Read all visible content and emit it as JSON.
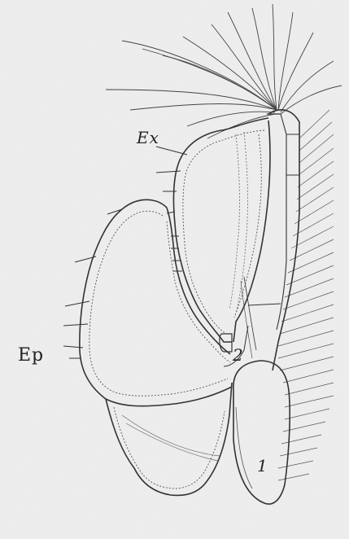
{
  "labels": {
    "ex": "Ex",
    "ep": "Ep",
    "one": "1",
    "two": "2"
  },
  "colors": {
    "paper": "#eeeeee",
    "ink": "#333333"
  }
}
